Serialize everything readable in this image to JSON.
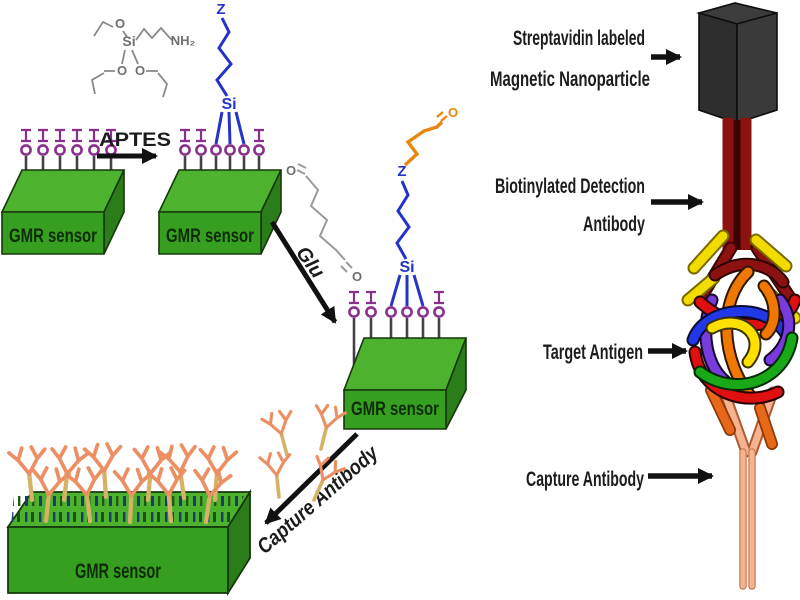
{
  "chem": {
    "o": "O",
    "si": "Si",
    "nh2": "NH₂",
    "n_label": "Z"
  },
  "left": {
    "gmr_label": "GMR sensor",
    "aptes_arrow_label": "APTES",
    "glu_arrow_label": "Glu",
    "capture_arrow_label": "Capture Antibody"
  },
  "right": {
    "nanoparticle_line1": "Streptavidin labeled",
    "nanoparticle_line2": "Magnetic Nanoparticle",
    "detection_line1": "Biotinylated Detection",
    "detection_line2": "Antibody",
    "antigen_label": "Target Antigen",
    "capture_label": "Capture Antibody"
  },
  "colors": {
    "sensor_top": "#4db22e",
    "sensor_front": "#379f1f",
    "sensor_side": "#2b7d19",
    "hydroxyl_purple": "#8b2f8f",
    "stem_gray": "#474049",
    "silane_blue": "#2433c8",
    "aldehyde_orange": "#e8870f",
    "glutaraldehyde_gray": "#9a9a9a",
    "antibody_arm_salmon": "#ec8f63",
    "antibody_stem_tan": "#d6b267",
    "surface_tick_navy": "#1c3a6e",
    "nanoparticle_gray": "#2e2e2e",
    "detection_antibody_red": "#8c1212",
    "biotin_yellow": "#f2dc00",
    "capture_antibody_salmon": "#f6b391",
    "capture_tip_orange": "#e8681a",
    "antigen_strand_colors": [
      "#e01010",
      "#2038e8",
      "#18a818",
      "#f07800",
      "#ffe000",
      "#7a3bdc",
      "#8c1212"
    ],
    "arrow_black": "#111111"
  }
}
